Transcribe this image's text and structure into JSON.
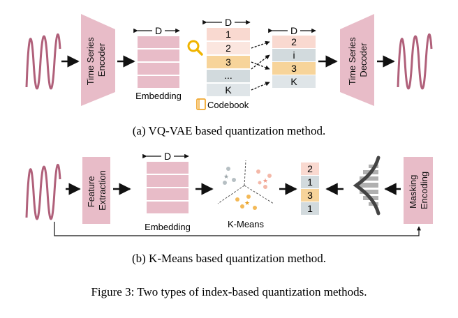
{
  "panel_a": {
    "encoder_label": [
      "Time Series",
      "Encoder"
    ],
    "decoder_label": [
      "Time Series",
      "Decoder"
    ],
    "embedding_dim_label": "D",
    "embedding_label": "Embedding",
    "codebook_dim_label": "D",
    "codebook_rows": [
      "1",
      "2",
      "3",
      "...",
      "K"
    ],
    "codebook_label": "Codebook",
    "quantized_dim_label": "D",
    "quantized_rows": [
      "2",
      "i",
      "3",
      "K"
    ],
    "caption": "(a) VQ-VAE based quantization method."
  },
  "panel_b": {
    "feature_label": [
      "Feature",
      "Extraction"
    ],
    "embedding_dim_label": "D",
    "embedding_label": "Embedding",
    "kmeans_label": "K-Means",
    "index_rows": [
      "2",
      "1",
      "3",
      "1"
    ],
    "masking_label": [
      "Masking",
      "Encoding"
    ],
    "caption": "(b) K-Means based quantization method."
  },
  "figure_caption": "Figure 3: Two types of index-based quantization methods.",
  "colors": {
    "pink_block": "#e8bcc8",
    "wave": "#b0607a",
    "row_pink": "#f9d9d0",
    "row_gray": "#d2dadd",
    "row_orange": "#f7d49a",
    "codebook_icon": "#f0a830",
    "magnifier": "#f0b400"
  }
}
